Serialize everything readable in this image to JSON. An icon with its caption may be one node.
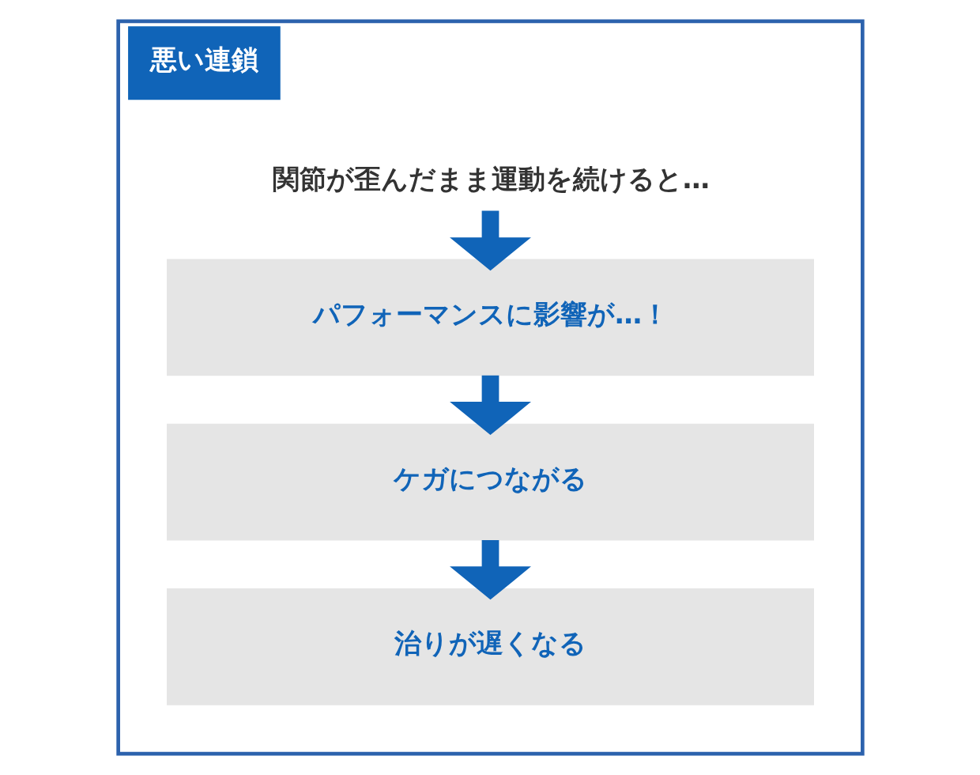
{
  "diagram": {
    "nodes": [
      {
        "text": [
          "悪い連鎖"
        ]
      },
      {
        "text": [
          "関節が歪んだまま運動を続けると…"
        ],
        "in": 0
      },
      {
        "text": [
          "パフォーマンスに影響が…！"
        ],
        "in": 0
      },
      {
        "text": [
          "ケガにつながる"
        ],
        "in": 0
      },
      {
        "text": [
          "治りが遅くなる"
        ],
        "in": 0
      }
    ],
    "edges": [
      {
        "from": 1,
        "to": 2,
        "arrow": "to"
      },
      {
        "from": 2,
        "to": 3,
        "arrow": "to"
      },
      {
        "from": 3,
        "to": 4,
        "arrow": "to"
      }
    ]
  }
}
